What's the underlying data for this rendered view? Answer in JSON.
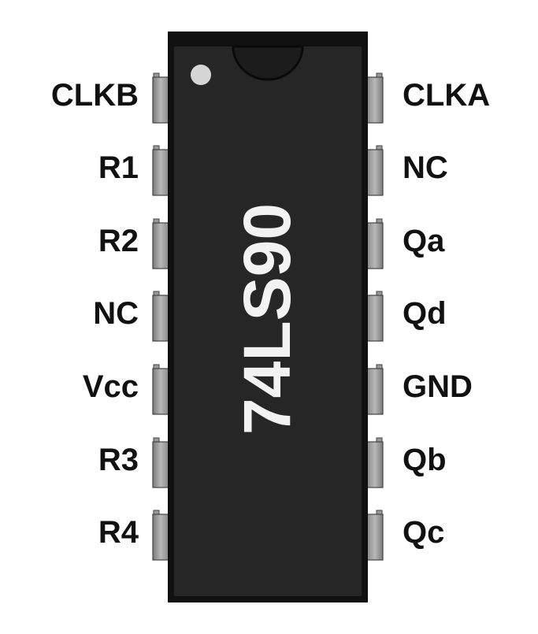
{
  "chip": {
    "name": "74LS90",
    "body_color": "#262626",
    "pin_color": "#a9a9a9"
  },
  "left_pins": [
    {
      "label": "CLKB"
    },
    {
      "label": "R1"
    },
    {
      "label": "R2"
    },
    {
      "label": "NC"
    },
    {
      "label": "Vcc"
    },
    {
      "label": "R3"
    },
    {
      "label": "R4"
    }
  ],
  "right_pins": [
    {
      "label": "CLKA"
    },
    {
      "label": "NC"
    },
    {
      "label": "Qa"
    },
    {
      "label": "Qd"
    },
    {
      "label": "GND"
    },
    {
      "label": "Qb"
    },
    {
      "label": "Qc"
    }
  ]
}
